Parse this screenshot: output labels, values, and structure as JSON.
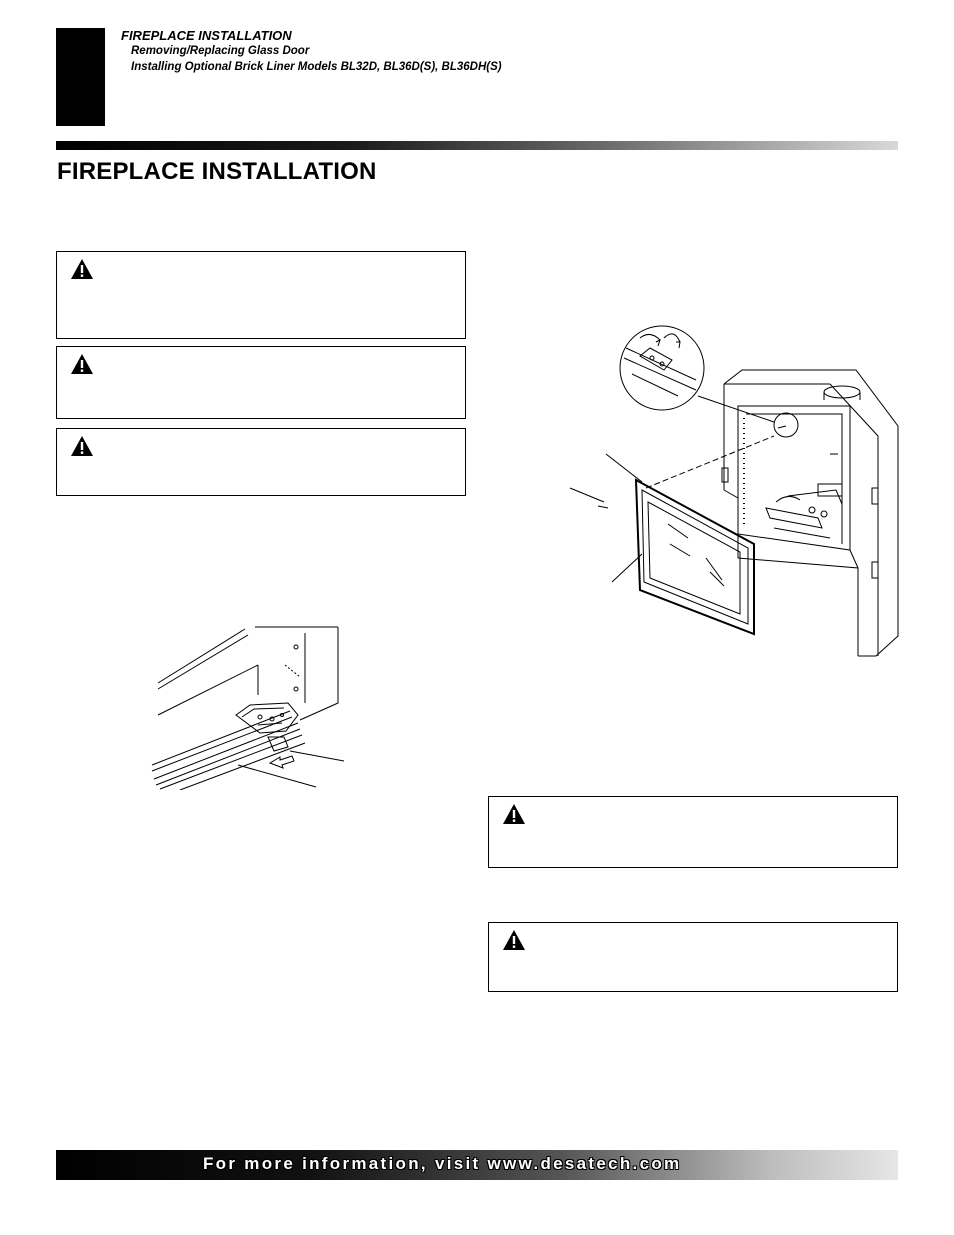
{
  "header": {
    "section_title": "FIREPLACE INSTALLATION",
    "subtopics": [
      "Removing/Replacing Glass Door",
      "Installing Optional Brick Liner Models BL32D, BL36D(S), BL36DH(S)"
    ]
  },
  "page_title": "FIREPLACE INSTALLATION",
  "warnings": {
    "icon": "warning-triangle-icon",
    "count_left": 3,
    "count_right": 2
  },
  "figures": [
    {
      "name": "door-latch-detail",
      "icon": "latch-release-arrow-icon"
    },
    {
      "name": "glass-door-removal",
      "icon": "fireplace-unit-illustration"
    }
  ],
  "footer": {
    "text": "For more information, visit www.desatech.com"
  }
}
